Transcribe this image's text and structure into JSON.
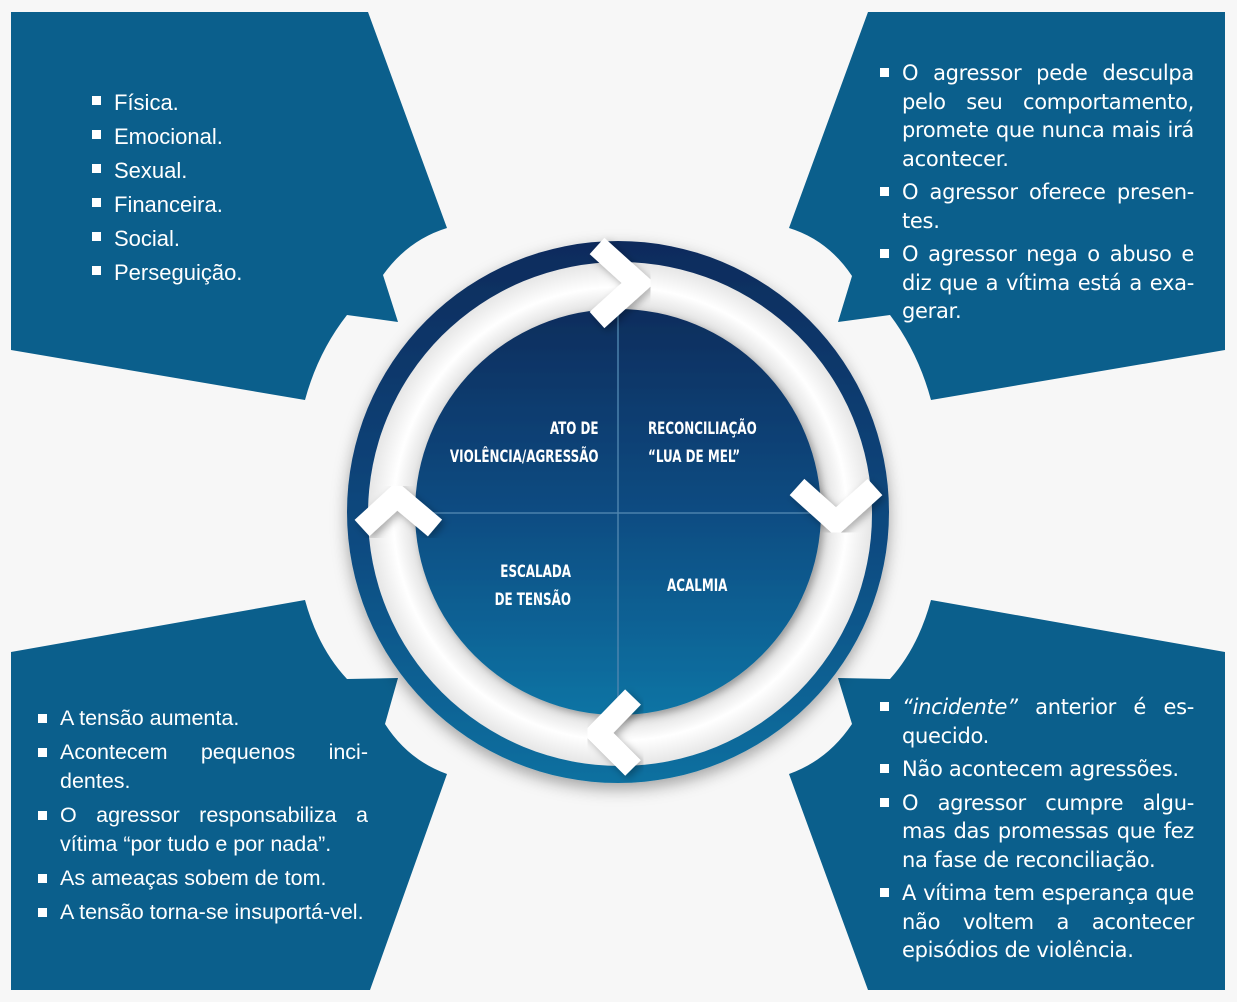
{
  "colors": {
    "background": "#f7f7f7",
    "panel": "#0b5f8c",
    "ring_dark": "#0a2d5e",
    "ring_light": "#0e6e9c",
    "disk_top": "#0a2d5e",
    "disk_bottom": "#0b72a2",
    "text": "#ffffff"
  },
  "cycle": {
    "quadrants": {
      "top_left": {
        "line1": "ATO DE",
        "line2": "VIOLÊNCIA/AGRESSÃO"
      },
      "top_right": {
        "line1": "RECONCILIAÇÃO",
        "line2": "“LUA DE MEL”"
      },
      "bottom_left": {
        "line1": "ESCALADA",
        "line2": "DE TENSÃO"
      },
      "bottom_right": {
        "line1": "ACALMIA"
      }
    },
    "arrows": [
      "chevron-right-icon",
      "chevron-down-icon",
      "chevron-left-icon",
      "chevron-up-icon"
    ]
  },
  "panels": {
    "top_left": {
      "items": [
        "Física.",
        "Emocional.",
        "Sexual.",
        "Financeira.",
        "Social.",
        "Perseguição."
      ]
    },
    "top_right": {
      "items": [
        "O agressor pede desculpa pelo seu comportamento, promete que nunca mais irá acontecer.",
        "O agressor oferece presen-tes.",
        "O agressor nega o abuso e diz que a vítima está a exa-gerar."
      ]
    },
    "bottom_left": {
      "items": [
        "A tensão aumenta.",
        "Acontecem pequenos inci-dentes.",
        "O agressor responsabiliza a vítima “por tudo e por nada”.",
        "As ameaças sobem de tom.",
        "A tensão torna-se insuportá-vel."
      ]
    },
    "bottom_right": {
      "first_item_italic": "“incidente”",
      "first_item_rest": " anterior é es-quecido.",
      "items": [
        "Não acontecem agressões.",
        "O agressor cumpre algu-mas das promessas que fez na fase de reconciliação.",
        "A vítima tem esperança que não voltem a acontecer episódios de violência."
      ]
    }
  }
}
